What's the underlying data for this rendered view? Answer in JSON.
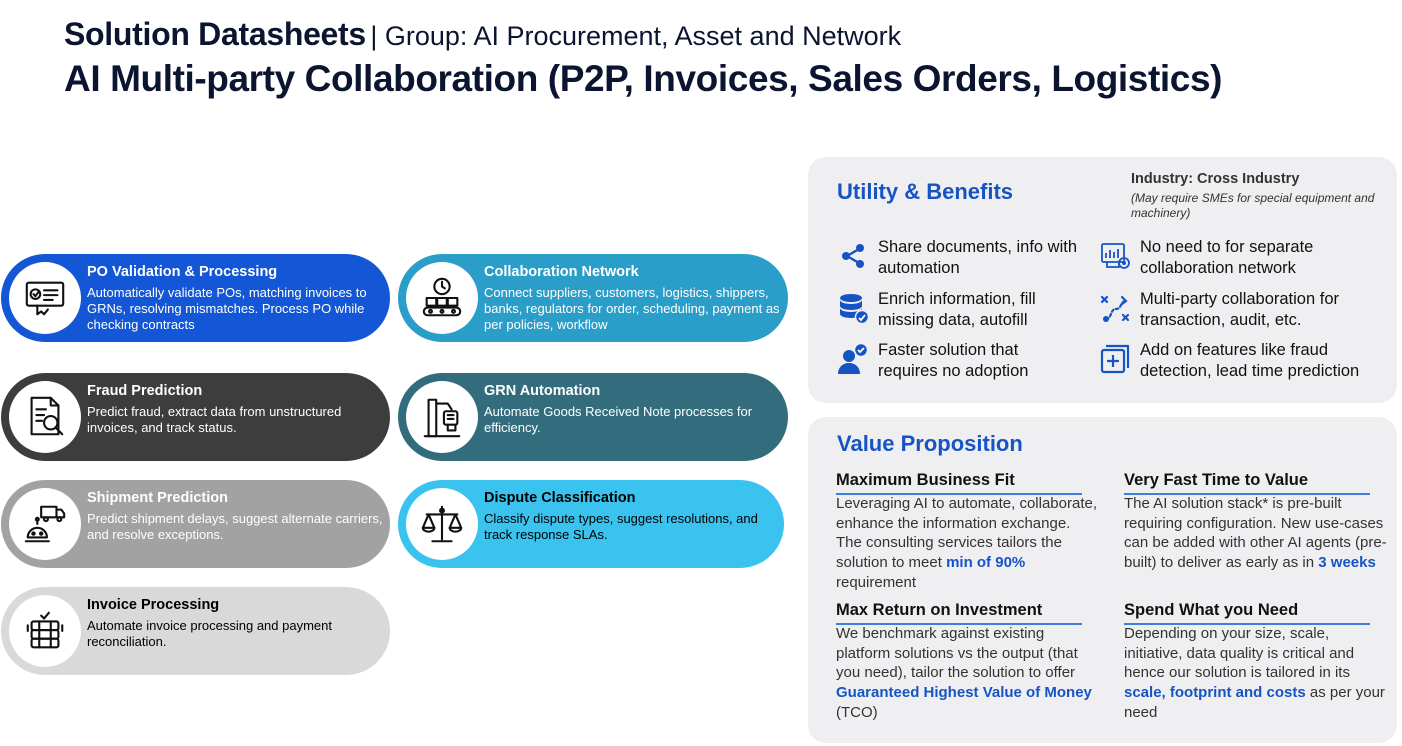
{
  "header": {
    "title_bold": "Solution Datasheets",
    "title_group": "| Group: AI Procurement, Asset and Network",
    "subtitle": "AI Multi-party Collaboration (P2P, Invoices, Sales Orders, Logistics)"
  },
  "capabilities": [
    {
      "title": "PO Validation & Processing",
      "desc": "Automatically validate POs, matching invoices to GRNs, resolving mismatches. Process PO while checking contracts",
      "icon": "document-check-icon",
      "color": "#1356d6"
    },
    {
      "title": "Collaboration Network",
      "desc": "Connect suppliers, customers, logistics, shippers, banks, regulators for order, scheduling, payment as per policies, workflow",
      "icon": "conveyor-clock-icon",
      "color": "#2a9ec9"
    },
    {
      "title": "Fraud Prediction",
      "desc": "Predict fraud, extract data from unstructured invoices, and track status.",
      "icon": "document-search-icon",
      "color": "#3d3d3d"
    },
    {
      "title": "GRN Automation",
      "desc": "Automate Goods Received Note processes for efficiency.",
      "icon": "robot-arm-icon",
      "color": "#336d7d"
    },
    {
      "title": "Shipment Prediction",
      "desc": "Predict shipment delays, suggest alternate carriers, and resolve exceptions.",
      "icon": "truck-robot-icon",
      "color": "#a2a2a2"
    },
    {
      "title": "Dispute Classification",
      "desc": "Classify dispute types, suggest resolutions, and track response SLAs.",
      "icon": "scales-icon",
      "color": "#3bc3ef"
    },
    {
      "title": "Invoice Processing",
      "desc": "Automate invoice processing and payment reconciliation.",
      "icon": "stack-check-icon",
      "color": "#d9d9d9"
    }
  ],
  "utility": {
    "title": "Utility & Benefits",
    "industry": "Industry: Cross Industry",
    "industry_note": "(May require SMEs for special equipment and machinery)",
    "benefits": [
      {
        "text": "Share documents, info with automation",
        "icon": "share-icon"
      },
      {
        "text": "No need to for separate collaboration network",
        "icon": "network-settings-icon"
      },
      {
        "text": "Enrich information, fill missing data, autofill",
        "icon": "database-icon"
      },
      {
        "text": "Multi-party collaboration for transaction, audit, etc.",
        "icon": "strategy-icon"
      },
      {
        "text": "Faster solution that requires no adoption",
        "icon": "user-check-icon"
      },
      {
        "text": "Add on features like fraud detection, lead time prediction",
        "icon": "add-layers-icon"
      }
    ]
  },
  "value": {
    "title": "Value Proposition",
    "items": [
      {
        "heading": "Maximum Business Fit",
        "text": "Leveraging AI to automate, collaborate, enhance the information exchange. The consulting services tailors the solution to meet ",
        "highlight": "min of 90%",
        "text_after": " requirement"
      },
      {
        "heading": "Very Fast Time to Value",
        "text": "The AI solution stack* is pre-built requiring configuration. New use-cases can be added with other AI agents (pre-built) to deliver as early as in ",
        "highlight": "3 weeks",
        "text_after": ""
      },
      {
        "heading": "Max Return on Investment",
        "text": "We benchmark against existing platform solutions vs the output (that you need), tailor the solution to offer ",
        "highlight": "Guaranteed Highest Value of Money",
        "text_after": " (TCO)"
      },
      {
        "heading": "Spend What you Need",
        "text": "Depending on your size, scale, initiative, data quality is critical and hence our solution is tailored in its ",
        "highlight": "scale, footprint and costs",
        "text_after": " as per your need"
      }
    ]
  }
}
